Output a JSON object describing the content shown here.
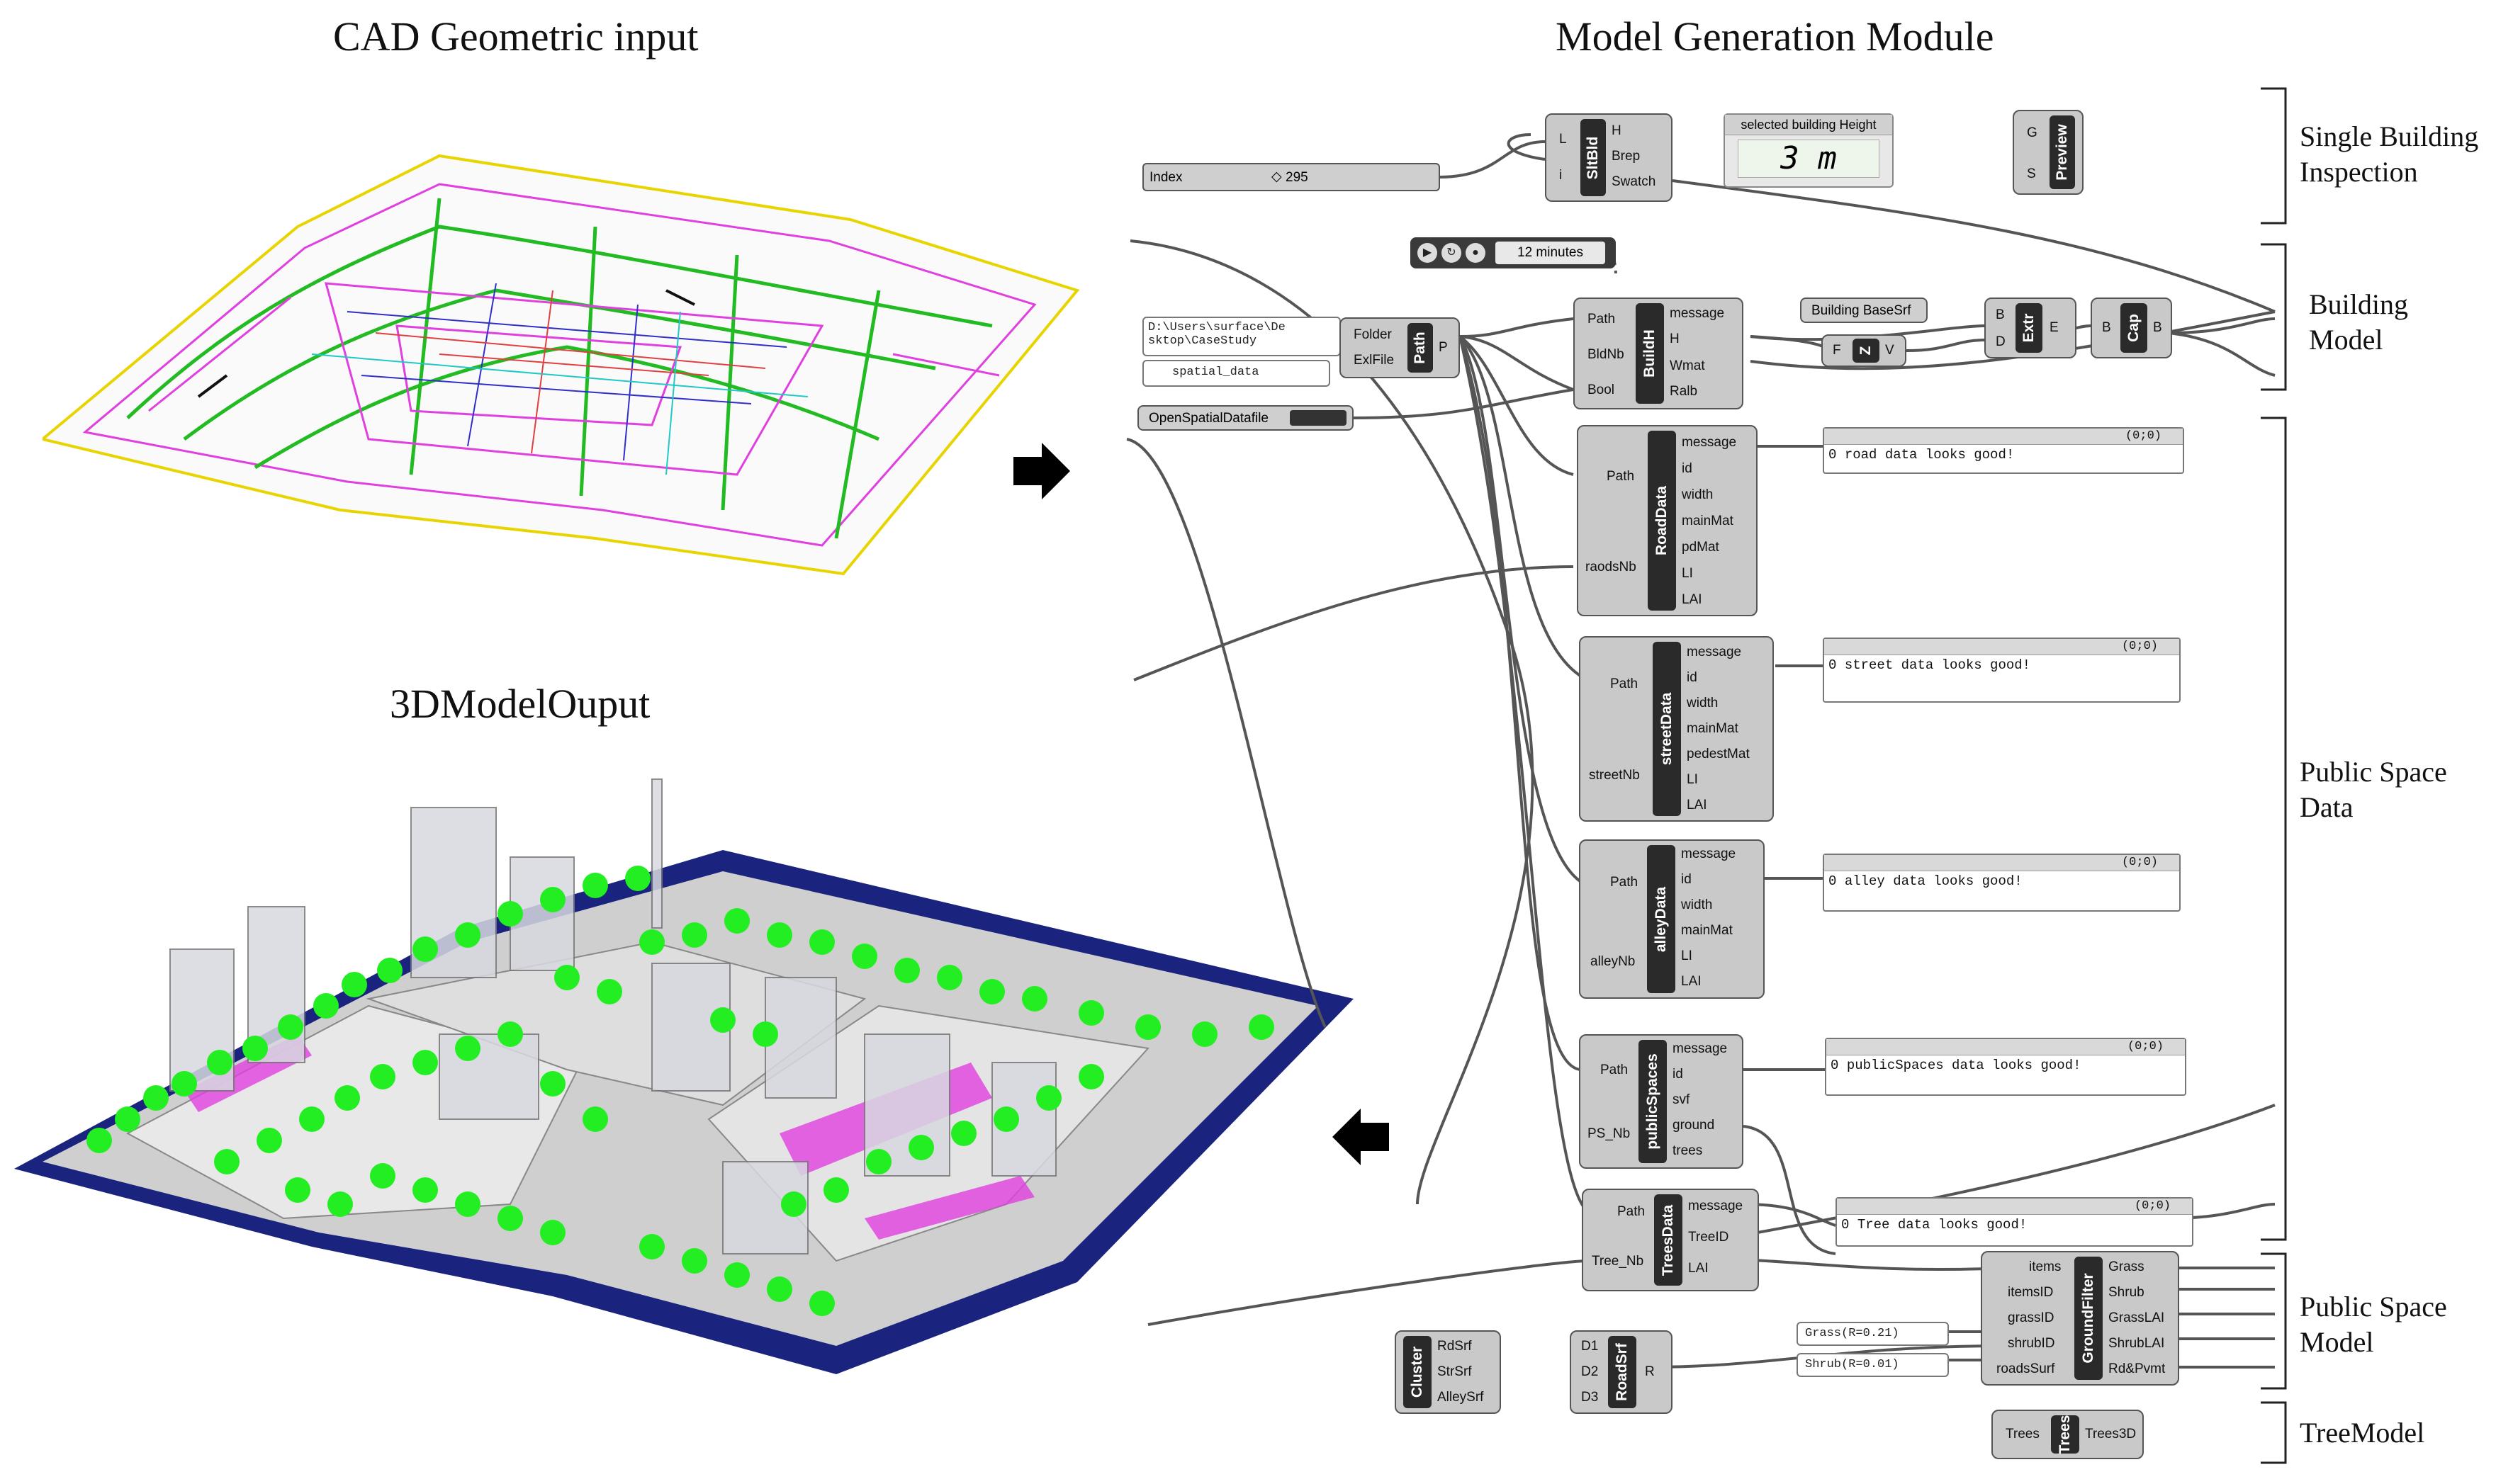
{
  "titles": {
    "cad": "CAD Geometric input",
    "model_output": "3DModelOuput",
    "module": "Model Generation Module"
  },
  "sections": [
    "Single Building\nInspection",
    "Building\nModel",
    "Public Space\nData",
    "Public Space\nModel",
    "TreeModel"
  ],
  "index_slider": {
    "label": "Index",
    "value": "295"
  },
  "timer": {
    "label": "12 minutes"
  },
  "selected_height": {
    "header": "selected building Height",
    "value": "3 m"
  },
  "path_inputs": {
    "folder_path": "D:\\Users\\surface\\De\nsktop\\CaseStudy",
    "file_name": "spatial_data"
  },
  "open_file_button": "OpenSpatialDatafile",
  "building_basesrf": "Building BaseSrf",
  "components": {
    "sltbld": {
      "name": "SltBld",
      "inputs": [
        "L",
        "i"
      ],
      "outputs": [
        "H",
        "Brep",
        "Swatch"
      ]
    },
    "preview": {
      "name": "Preview",
      "inputs": [
        "G",
        "S"
      ],
      "outputs": []
    },
    "path": {
      "name": "Path",
      "inputs": [
        "Folder",
        "ExlFile"
      ],
      "outputs": [
        "P"
      ]
    },
    "buildh": {
      "name": "BuildH",
      "inputs": [
        "Path",
        "BldNb",
        "Bool"
      ],
      "outputs": [
        "message",
        "H",
        "Wmat",
        "Ralb"
      ]
    },
    "z": {
      "name": "Z",
      "inputs": [
        "F"
      ],
      "outputs": [
        "V"
      ]
    },
    "extr": {
      "name": "Extr",
      "inputs": [
        "B",
        "D"
      ],
      "outputs": [
        "E"
      ]
    },
    "cap": {
      "name": "Cap",
      "inputs": [
        "B"
      ],
      "outputs": [
        "B"
      ]
    },
    "roaddata": {
      "name": "RoadData",
      "inputs": [
        "Path",
        "raodsNb"
      ],
      "outputs": [
        "message",
        "id",
        "width",
        "mainMat",
        "pdMat",
        "LI",
        "LAI"
      ]
    },
    "streetdata": {
      "name": "streetData",
      "inputs": [
        "Path",
        "streetNb"
      ],
      "outputs": [
        "message",
        "id",
        "width",
        "mainMat",
        "pedestMat",
        "LI",
        "LAI"
      ]
    },
    "alleydata": {
      "name": "alleyData",
      "inputs": [
        "Path",
        "alleyNb"
      ],
      "outputs": [
        "message",
        "id",
        "width",
        "mainMat",
        "LI",
        "LAI"
      ]
    },
    "publicspaces": {
      "name": "publicSpaces",
      "inputs": [
        "Path",
        "PS_Nb"
      ],
      "outputs": [
        "message",
        "id",
        "svf",
        "ground",
        "trees"
      ]
    },
    "treesdata": {
      "name": "TreesData",
      "inputs": [
        "Path",
        "Tree_Nb"
      ],
      "outputs": [
        "message",
        "TreeID",
        "LAI"
      ]
    },
    "groundfilter": {
      "name": "GroundFilter",
      "inputs": [
        "items",
        "itemsID",
        "grassID",
        "shrubID",
        "roadsSurf"
      ],
      "outputs": [
        "Grass",
        "Shrub",
        "GrassLAI",
        "ShrubLAI",
        "Rd&Pvmt"
      ]
    },
    "cluster": {
      "name": "Cluster",
      "inputs": [],
      "outputs": [
        "RdSrf",
        "StrSrf",
        "AlleySrf"
      ]
    },
    "roadsrf": {
      "name": "RoadSrf",
      "inputs": [
        "D1",
        "D2",
        "D3"
      ],
      "outputs": [
        "R"
      ]
    },
    "trees": {
      "name": "Trees",
      "inputs": [
        "Trees"
      ],
      "outputs": [
        "Trees3D"
      ]
    }
  },
  "panels": [
    {
      "header": "(0;0)",
      "text": "road data looks good!"
    },
    {
      "header": "(0;0)",
      "text": "street data looks good!"
    },
    {
      "header": "(0;0)",
      "text": "alley data looks good!"
    },
    {
      "header": "(0;0)",
      "text": "publicSpaces data looks good!"
    },
    {
      "header": "(0;0)",
      "text": "Tree data looks good!"
    }
  ],
  "panel_index": "0",
  "ground_params": {
    "grass": "Grass(R=0.21)",
    "shrub": "Shrub(R=0.01)"
  },
  "colors": {
    "component": "#c9c9c9",
    "bar": "#2a2a2a",
    "cad_green": "#22bb22",
    "cad_magenta": "#e040e0",
    "model_green": "#22ee22",
    "model_base": "#1a237e"
  }
}
